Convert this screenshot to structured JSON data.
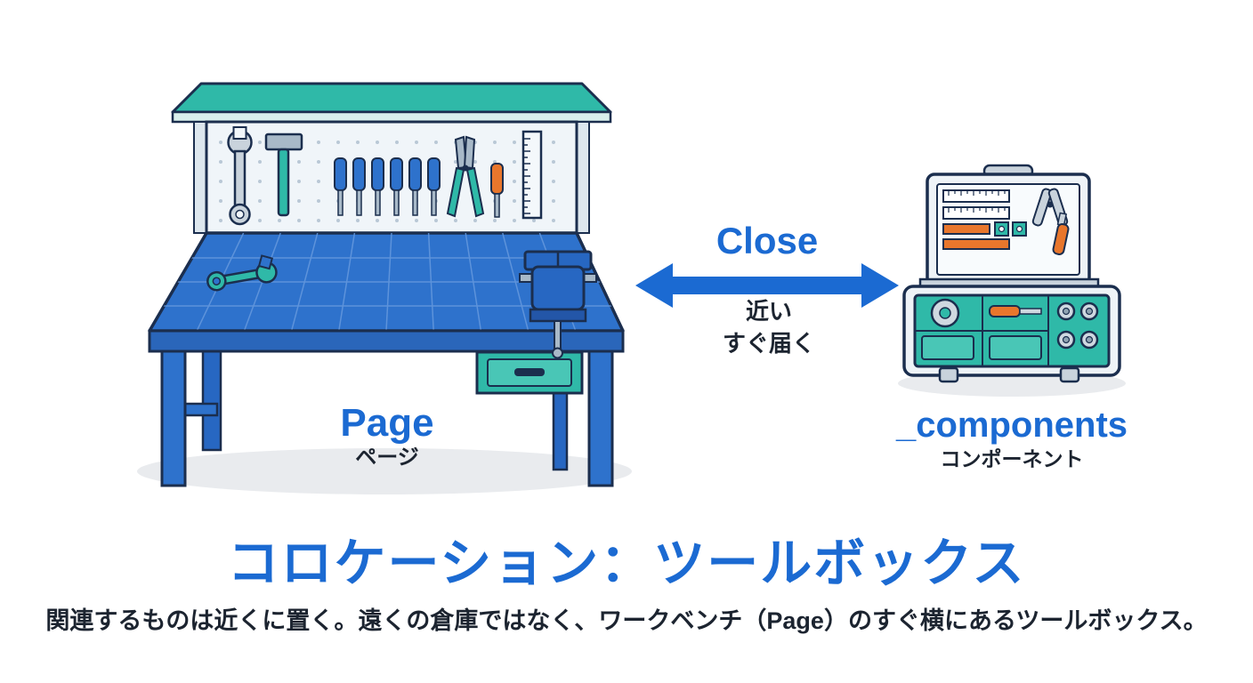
{
  "workbench": {
    "label_en": "Page",
    "label_ja": "ページ"
  },
  "relation": {
    "label_en": "Close",
    "label_ja_line1": "近い",
    "label_ja_line2": "すぐ届く"
  },
  "toolbox": {
    "label_en": "_components",
    "label_ja": "コンポーネント"
  },
  "caption": {
    "title": "コロケーション：ツールボックス",
    "subtitle": "関連するものは近くに置く。遠くの倉庫ではなく、ワークベンチ（Page）のすぐ横にあるツールボックス。"
  },
  "colors": {
    "accent_blue": "#1b6ad2",
    "bench_blue": "#2e72cc",
    "teal": "#2fb9a8",
    "orange": "#e8762c",
    "outline_navy": "#1b2e4e",
    "text_dark": "#1c2430",
    "shadow_gray": "#e9ebee"
  }
}
